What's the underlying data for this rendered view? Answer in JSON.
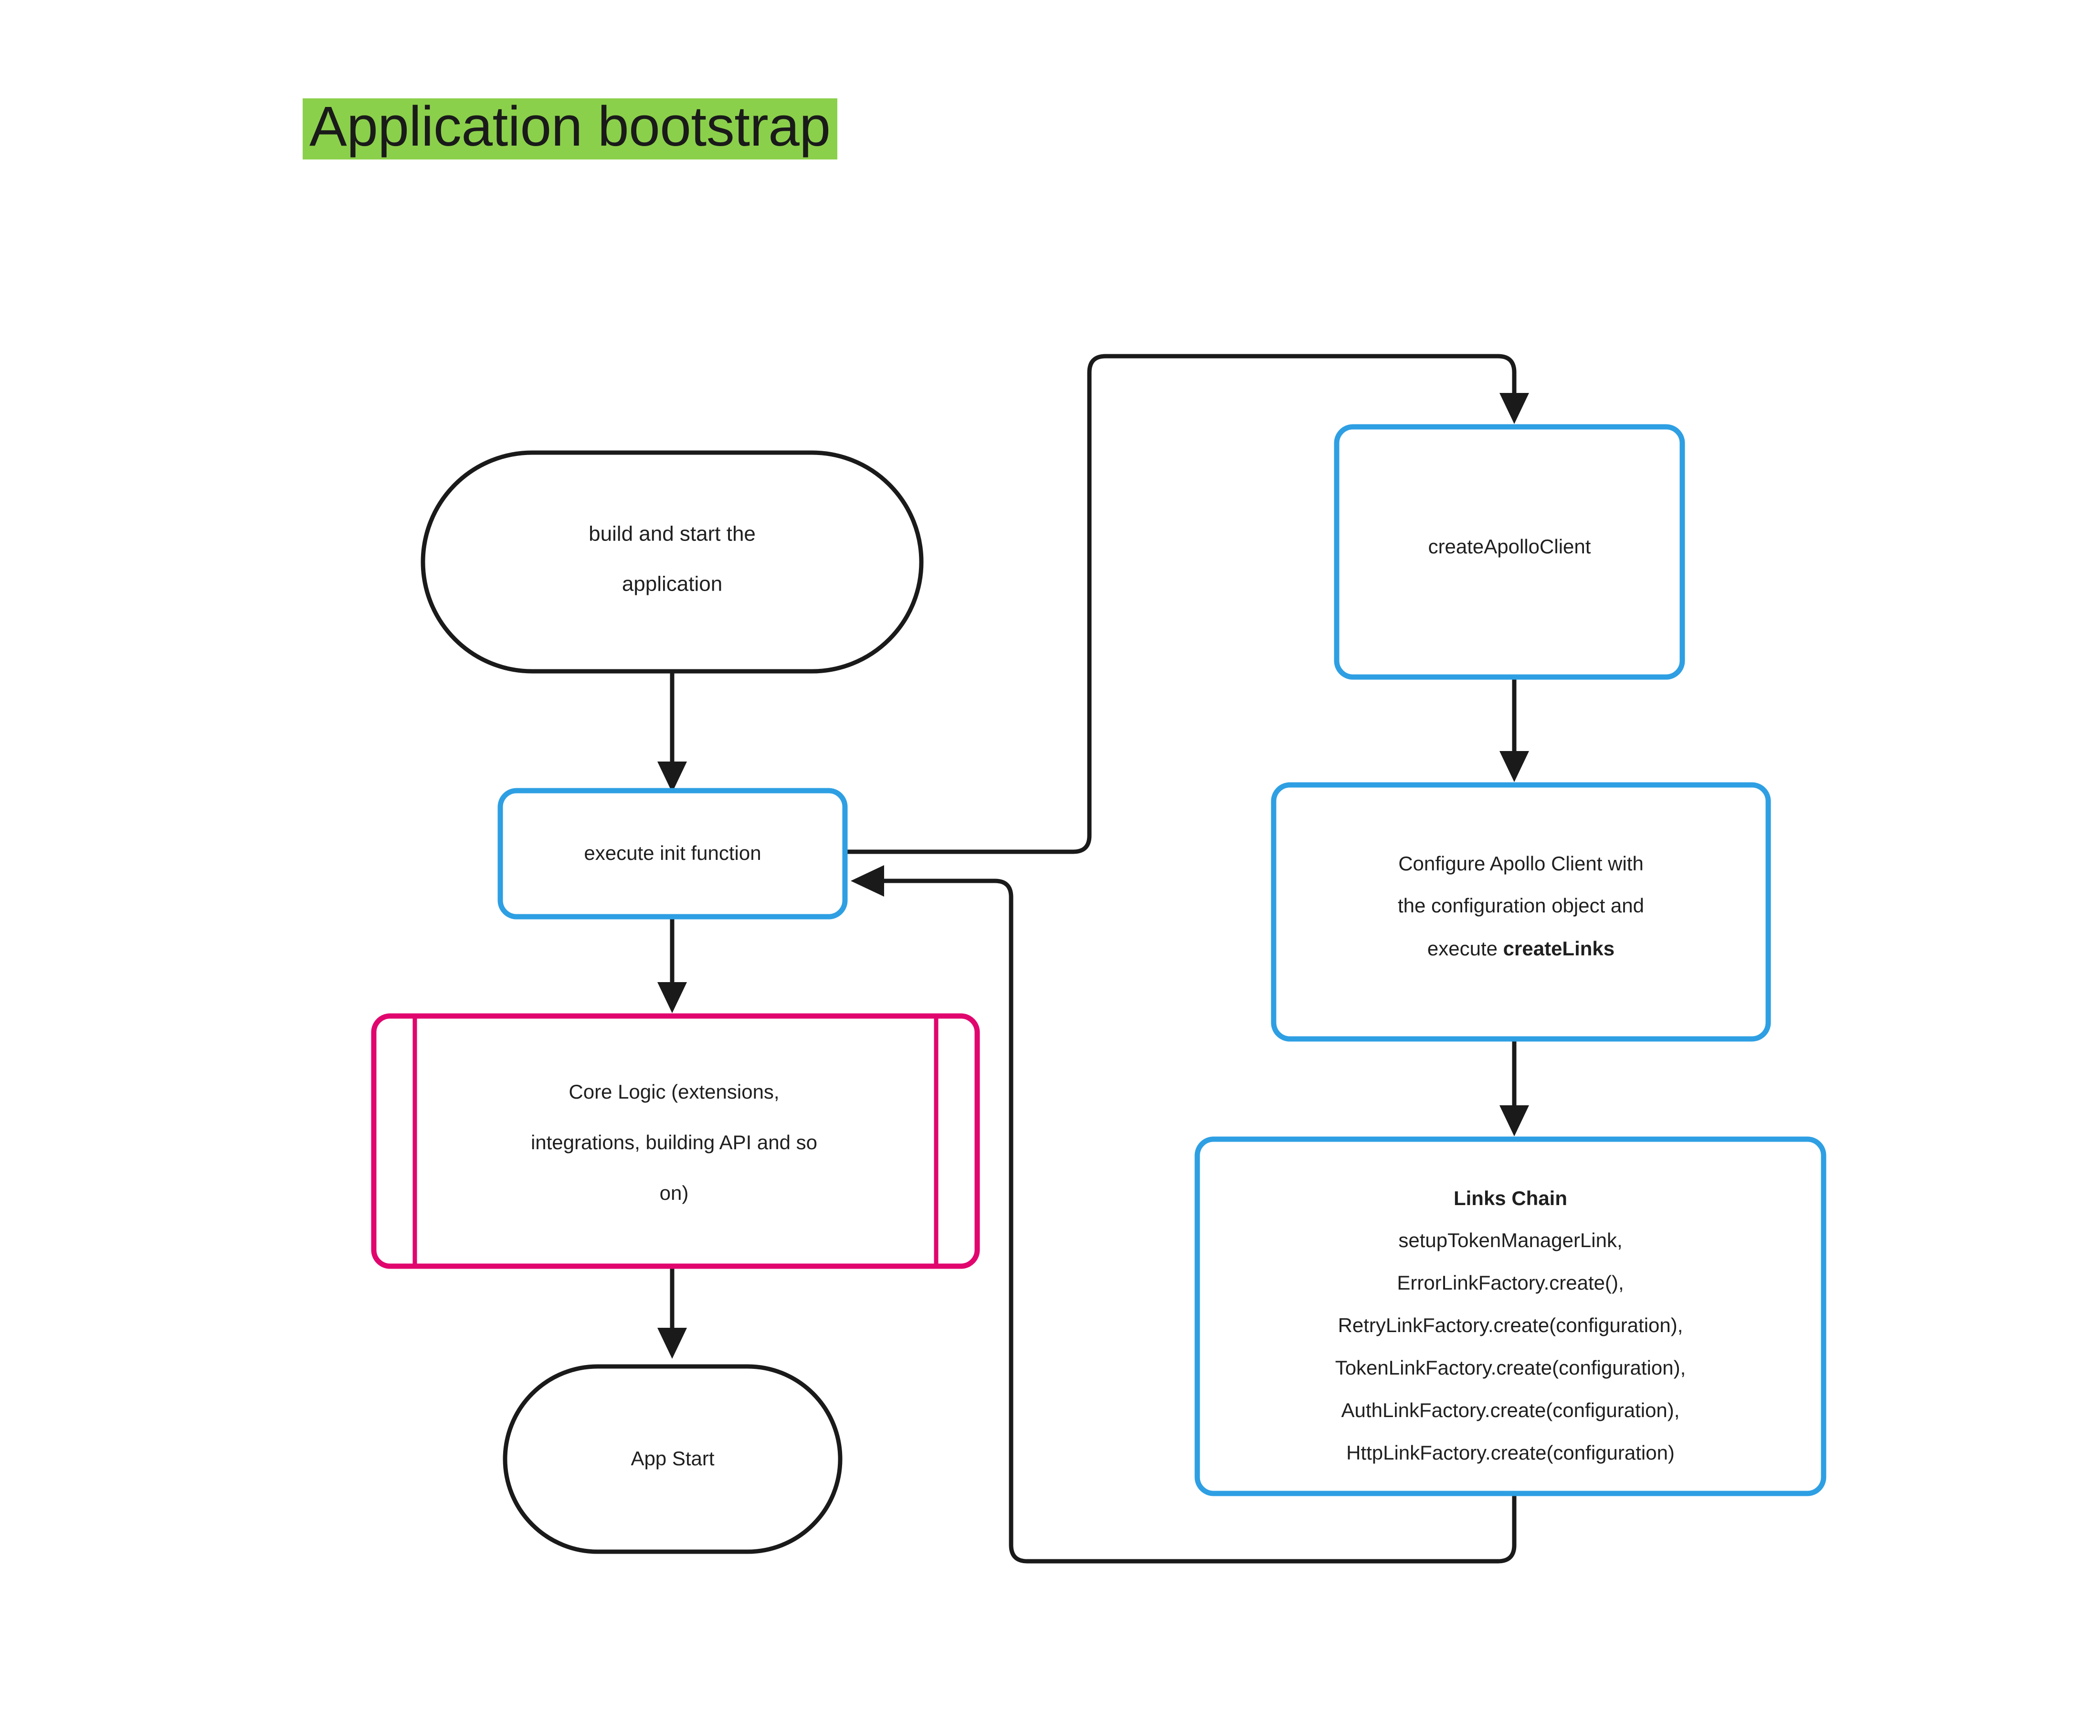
{
  "title": {
    "text": "Application bootstrap",
    "highlight_color": "#8BD04B",
    "text_color": "#1a1a1a"
  },
  "colors": {
    "blue_node_border": "#2E9FE3",
    "pink_node_border": "#E0066E",
    "black_node_border": "#1a1a1a",
    "edge": "#1a1a1a",
    "background": "#ffffff"
  },
  "chart_data": {
    "type": "diagram",
    "diagram_kind": "flowchart",
    "title": "Application bootstrap",
    "direction": "top-down with right-hand subflow",
    "nodes": [
      {
        "id": "build-start",
        "label": "build and start the application",
        "lines": [
          "build and start the",
          "application"
        ],
        "shape": "stadium",
        "border_color": "#1a1a1a",
        "column": "left"
      },
      {
        "id": "execute-init",
        "label": "execute init function",
        "lines": [
          "execute init function"
        ],
        "shape": "rounded-rect",
        "border_color": "#2E9FE3",
        "column": "left"
      },
      {
        "id": "core-logic",
        "label": "Core Logic (extensions, integrations, building API and so on)",
        "lines": [
          "Core Logic (extensions,",
          "integrations, building API and so",
          "on)"
        ],
        "shape": "subroutine",
        "border_color": "#E0066E",
        "column": "left"
      },
      {
        "id": "app-start",
        "label": "App Start",
        "lines": [
          "App Start"
        ],
        "shape": "stadium",
        "border_color": "#1a1a1a",
        "column": "left"
      },
      {
        "id": "create-apollo-client",
        "label": "createApolloClient",
        "lines": [
          "createApolloClient"
        ],
        "shape": "rounded-rect",
        "border_color": "#2E9FE3",
        "column": "right"
      },
      {
        "id": "configure-apollo",
        "label": "Configure Apollo Client with the configuration object and execute createLinks",
        "lines": [
          "Configure Apollo Client with",
          "the configuration object and",
          "execute createLinks"
        ],
        "bold_fragment": "createLinks",
        "shape": "rounded-rect",
        "border_color": "#2E9FE3",
        "column": "right"
      },
      {
        "id": "links-chain",
        "label": "Links Chain",
        "heading": "Links Chain",
        "lines": [
          "setupTokenManagerLink,",
          "ErrorLinkFactory.create(),",
          "RetryLinkFactory.create(configuration),",
          "TokenLinkFactory.create(configuration),",
          "AuthLinkFactory.create(configuration),",
          "HttpLinkFactory.create(configuration)"
        ],
        "shape": "rounded-rect",
        "border_color": "#2E9FE3",
        "column": "right"
      }
    ],
    "edges": [
      {
        "from": "build-start",
        "to": "execute-init",
        "style": "straight-down",
        "arrow": true
      },
      {
        "from": "execute-init",
        "to": "core-logic",
        "style": "straight-down",
        "arrow": true
      },
      {
        "from": "core-logic",
        "to": "app-start",
        "style": "straight-down",
        "arrow": true
      },
      {
        "from": "execute-init",
        "to": "create-apollo-client",
        "style": "right-up-right-down",
        "arrow": true
      },
      {
        "from": "create-apollo-client",
        "to": "configure-apollo",
        "style": "straight-down",
        "arrow": true
      },
      {
        "from": "configure-apollo",
        "to": "links-chain",
        "style": "straight-down",
        "arrow": true
      },
      {
        "from": "links-chain",
        "to": "execute-init",
        "style": "down-left-up-right",
        "arrow": true
      }
    ]
  },
  "nodes": {
    "build_start": {
      "line1": "build and start the",
      "line2": "application"
    },
    "execute_init": {
      "label": "execute init function"
    },
    "core_logic": {
      "line1": "Core Logic (extensions,",
      "line2": "integrations, building API and so",
      "line3": "on)"
    },
    "app_start": {
      "label": "App Start"
    },
    "create_apollo_client": {
      "label": "createApolloClient"
    },
    "configure_apollo": {
      "line1": "Configure Apollo Client with",
      "line2": "the configuration object and",
      "line3_prefix": "execute ",
      "line3_bold": "createLinks"
    },
    "links_chain": {
      "heading": "Links Chain",
      "line1": "setupTokenManagerLink,",
      "line2": "ErrorLinkFactory.create(),",
      "line3": "RetryLinkFactory.create(configuration),",
      "line4": "TokenLinkFactory.create(configuration),",
      "line5": "AuthLinkFactory.create(configuration),",
      "line6": "HttpLinkFactory.create(configuration)"
    }
  }
}
